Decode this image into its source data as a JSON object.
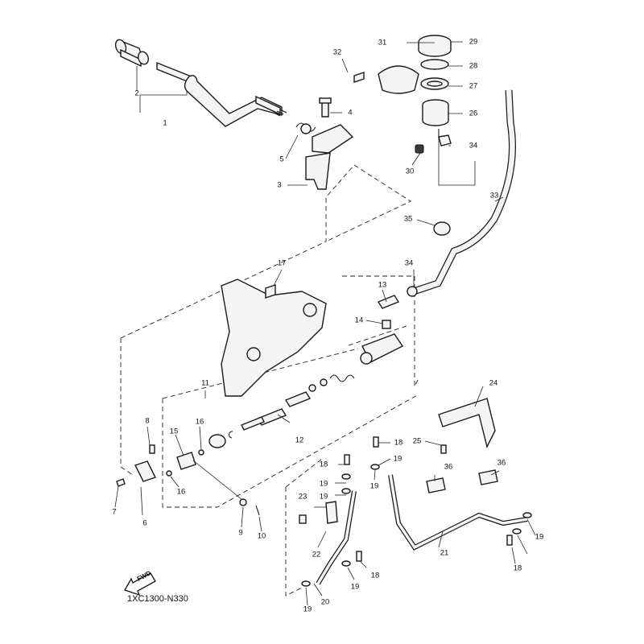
{
  "diagram_code": "1XC1300-N330",
  "fwd_label": "FWD",
  "callouts": [
    {
      "id": "c1",
      "text": "1"
    },
    {
      "id": "c2",
      "text": "2"
    },
    {
      "id": "c3",
      "text": "3"
    },
    {
      "id": "c4",
      "text": "4"
    },
    {
      "id": "c5",
      "text": "5"
    },
    {
      "id": "c6",
      "text": "6"
    },
    {
      "id": "c7",
      "text": "7"
    },
    {
      "id": "c8",
      "text": "8"
    },
    {
      "id": "c9",
      "text": "9"
    },
    {
      "id": "c10",
      "text": "10"
    },
    {
      "id": "c11",
      "text": "11"
    },
    {
      "id": "c12",
      "text": "12"
    },
    {
      "id": "c13",
      "text": "13"
    },
    {
      "id": "c14",
      "text": "14"
    },
    {
      "id": "c15",
      "text": "15"
    },
    {
      "id": "c16a",
      "text": "16"
    },
    {
      "id": "c16b",
      "text": "16"
    },
    {
      "id": "c17",
      "text": "17"
    },
    {
      "id": "c18a",
      "text": "18"
    },
    {
      "id": "c18b",
      "text": "18"
    },
    {
      "id": "c18c",
      "text": "18"
    },
    {
      "id": "c18d",
      "text": "18"
    },
    {
      "id": "c19a",
      "text": "19"
    },
    {
      "id": "c19b",
      "text": "19"
    },
    {
      "id": "c19c",
      "text": "19"
    },
    {
      "id": "c19d",
      "text": "19"
    },
    {
      "id": "c19e",
      "text": "19"
    },
    {
      "id": "c19f",
      "text": "19"
    },
    {
      "id": "c19g",
      "text": "19"
    },
    {
      "id": "c20",
      "text": "20"
    },
    {
      "id": "c21",
      "text": "21"
    },
    {
      "id": "c22",
      "text": "22"
    },
    {
      "id": "c23",
      "text": "23"
    },
    {
      "id": "c24",
      "text": "24"
    },
    {
      "id": "c25",
      "text": "25"
    },
    {
      "id": "c26",
      "text": "26"
    },
    {
      "id": "c27",
      "text": "27"
    },
    {
      "id": "c28",
      "text": "28"
    },
    {
      "id": "c29",
      "text": "29"
    },
    {
      "id": "c30",
      "text": "30"
    },
    {
      "id": "c31",
      "text": "31"
    },
    {
      "id": "c32",
      "text": "32"
    },
    {
      "id": "c33",
      "text": "33"
    },
    {
      "id": "c34a",
      "text": "34"
    },
    {
      "id": "c34b",
      "text": "34"
    },
    {
      "id": "c35",
      "text": "35"
    },
    {
      "id": "c36a",
      "text": "36"
    },
    {
      "id": "c36b",
      "text": "36"
    }
  ]
}
